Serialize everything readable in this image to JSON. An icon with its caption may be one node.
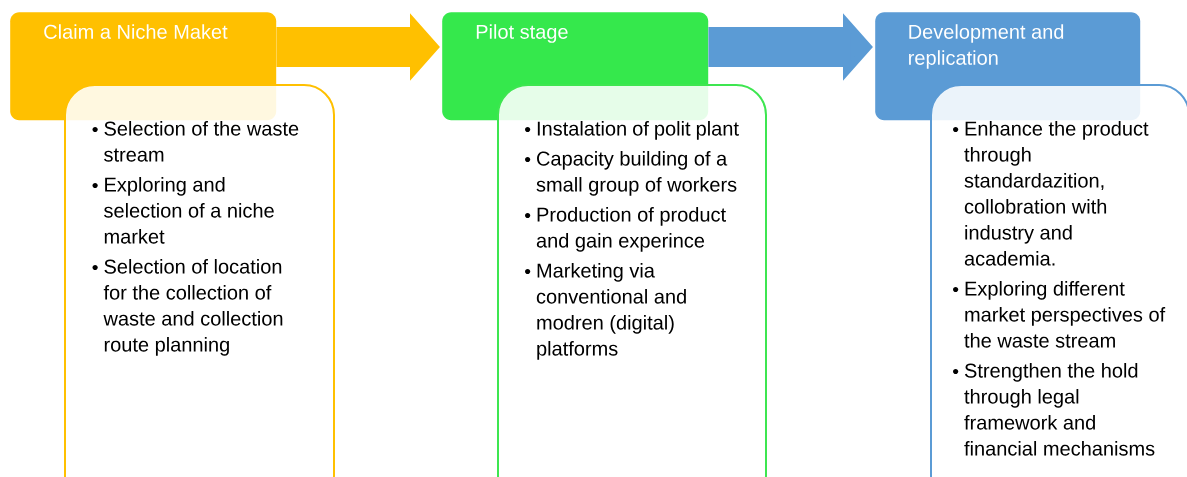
{
  "diagram": {
    "nodes": [
      {
        "text": [
          "Claim a Niche Maket"
        ]
      },
      {
        "text": [
          "Selection of the waste stream",
          "Exploring and selection of a niche market",
          "Selection of location for the collection of waste and collection route planning"
        ]
      },
      {
        "text": [
          "Pilot stage"
        ]
      },
      {
        "text": [
          "Instalation of polit plant",
          "Capacity building of a small group of workers",
          "Production of product and gain experince",
          "Marketing via conventional and modren (digital) platforms"
        ]
      },
      {
        "text": [
          "Development and replication"
        ]
      },
      {
        "text": [
          "Enhance the product through standardazition, collobration with industry and academia.",
          "Exploring different market perspectives of the waste stream",
          "Strengthen the hold through legal framework and financial mechanisms"
        ]
      }
    ],
    "edges": [
      {
        "from": 0,
        "to": 2,
        "arrow": "to",
        "color": "#ffc000"
      },
      {
        "from": 2,
        "to": 4,
        "arrow": "to",
        "color": "#5b9bd5"
      }
    ]
  }
}
